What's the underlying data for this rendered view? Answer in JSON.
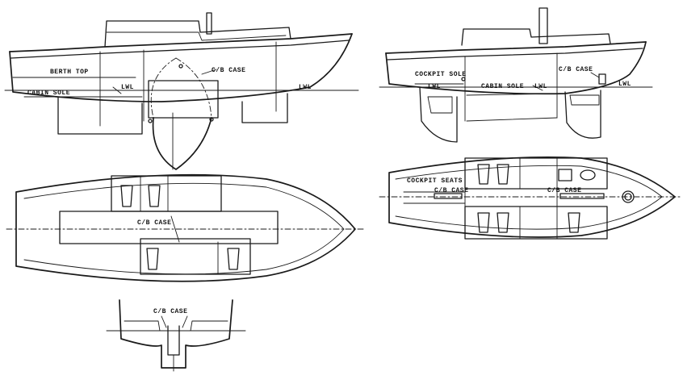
{
  "drawings": {
    "boat_a_profile": {
      "berth_top": "BERTH TOP",
      "cb_case": "C/B CASE",
      "cabin_sole": "CABIN SOLE",
      "lwl_aft": "LWL",
      "lwl_fwd": "LWL"
    },
    "boat_a_plan": {
      "cb_case": "C/B CASE"
    },
    "boat_a_section": {
      "cb_case": "C/B CASE"
    },
    "boat_b_profile": {
      "cockpit_sole": "COCKPIT SOLE",
      "cb_case": "C/B CASE",
      "lwl_aft": "LWL",
      "cabin_sole": "CABIN SOLE",
      "lwl_mid": "LWL",
      "lwl_fwd": "LWL"
    },
    "boat_b_plan": {
      "cockpit_seats": "COCKPIT SEATS",
      "cb_case_aft": "C/B CASE",
      "cb_case_fwd": "C/B CASE"
    }
  }
}
